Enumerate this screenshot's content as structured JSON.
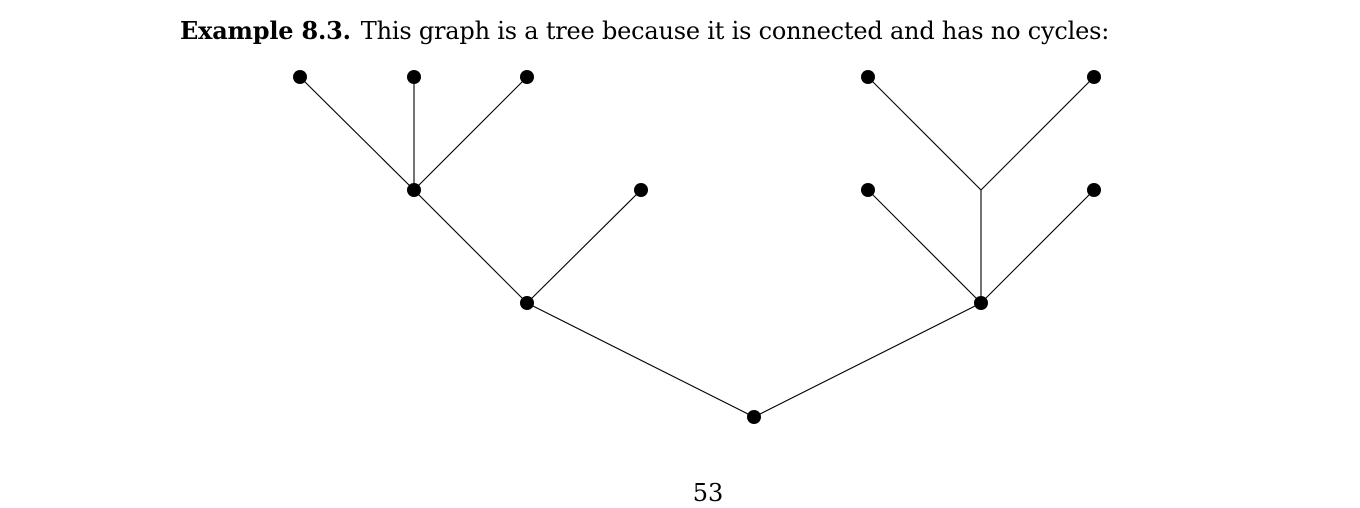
{
  "example": {
    "label": "Example 8.3.",
    "text": "This graph is a tree because it is connected and has no cycles:"
  },
  "page_number": "53",
  "tree": {
    "vertices": [
      {
        "id": "root"
      },
      {
        "id": "left-mid"
      },
      {
        "id": "left-hub"
      },
      {
        "id": "left-leaf-a"
      },
      {
        "id": "left-leaf-b"
      },
      {
        "id": "left-leaf-c"
      },
      {
        "id": "left-leaf-d"
      },
      {
        "id": "right-mid"
      },
      {
        "id": "right-leaf-a"
      },
      {
        "id": "right-leaf-b"
      },
      {
        "id": "right-leaf-c"
      },
      {
        "id": "right-leaf-d"
      }
    ],
    "edges": [
      [
        "root",
        "left-mid"
      ],
      [
        "root",
        "right-mid"
      ],
      [
        "left-mid",
        "left-hub"
      ],
      [
        "left-mid",
        "left-leaf-d"
      ],
      [
        "left-hub",
        "left-leaf-a"
      ],
      [
        "left-hub",
        "left-leaf-b"
      ],
      [
        "left-hub",
        "left-leaf-c"
      ],
      [
        "right-mid",
        "right-leaf-c"
      ],
      [
        "right-mid",
        "right-leaf-d"
      ],
      [
        "right-mid",
        "right-branch"
      ],
      [
        "right-branch",
        "right-leaf-a"
      ],
      [
        "right-branch",
        "right-leaf-b"
      ]
    ]
  }
}
